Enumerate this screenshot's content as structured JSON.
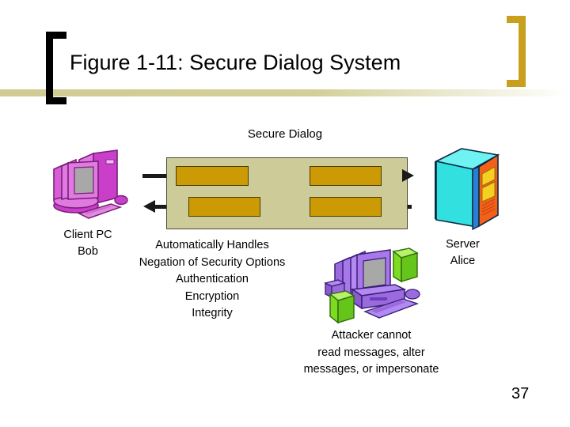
{
  "slide": {
    "title": "Figure 1-11: Secure Dialog System",
    "page_number": "37",
    "colors": {
      "title_band": "#cfcb92",
      "bracket_left": "#000000",
      "bracket_right": "#c8a01e",
      "dialog_box_fill": "#cdcc99",
      "dialog_segment_fill": "#cc9a05",
      "arrow": "#1a1a1a",
      "client_pc": "#cc44cc",
      "server": "#33e0e0",
      "attacker_pc": "#9966dd",
      "attacker_accent": "#66dd22"
    }
  },
  "diagram": {
    "secure_dialog_label": "Secure Dialog",
    "client": {
      "label_line1": "Client PC",
      "label_line2": "Bob",
      "icon": "desktop-computer-icon"
    },
    "server": {
      "label_line1": "Server",
      "label_line2": "Alice",
      "icon": "server-rack-icon"
    },
    "attacker": {
      "icon": "attacker-computer-icon",
      "note_line1": "Attacker cannot",
      "note_line2": "read messages, alter",
      "note_line3": "messages, or impersonate"
    },
    "features": {
      "line1": "Automatically Handles",
      "line2": "Negation of Security Options",
      "line3": "Authentication",
      "line4": "Encryption",
      "line5": "Integrity"
    },
    "arrows": {
      "top_direction": "right",
      "bottom_direction": "left"
    }
  }
}
